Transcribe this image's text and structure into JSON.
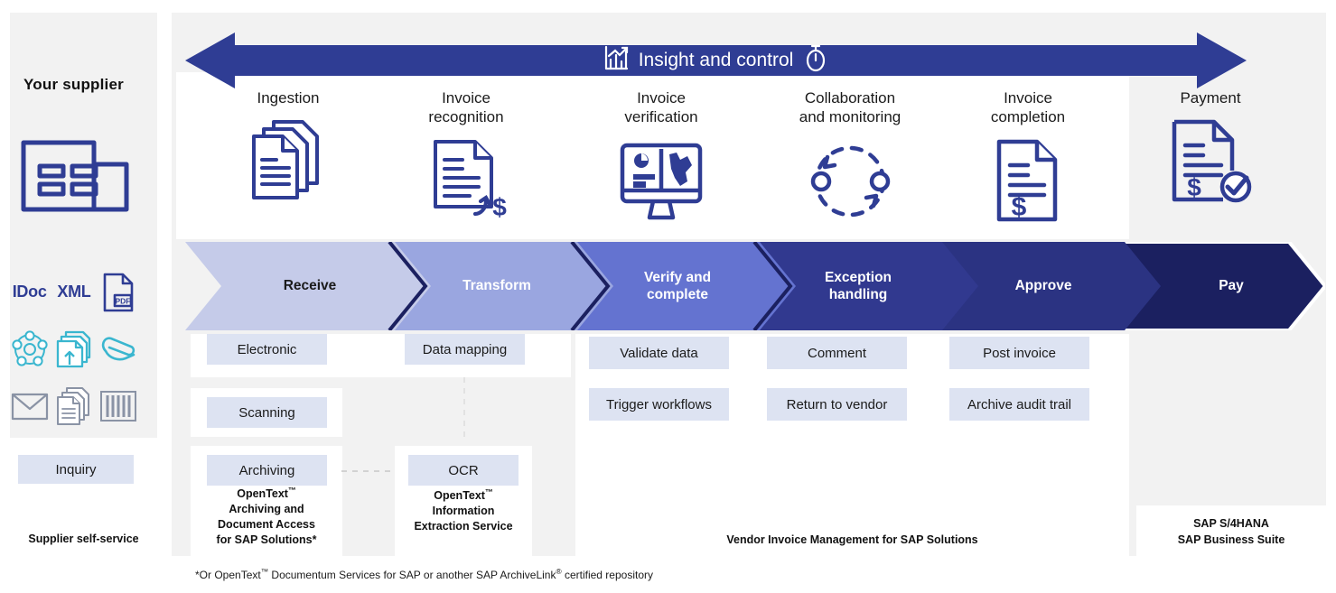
{
  "supplier": {
    "title": "Your supplier",
    "building_icon": "factory-building-icon",
    "channels": [
      {
        "type": "text",
        "label": "IDoc",
        "name": "idoc-label"
      },
      {
        "type": "text",
        "label": "XML",
        "name": "xml-label"
      },
      {
        "type": "icon",
        "label": "PDF",
        "name": "pdf-file-icon"
      },
      {
        "type": "icon",
        "label": "",
        "name": "network-hub-icon"
      },
      {
        "type": "icon",
        "label": "",
        "name": "document-upload-icon"
      },
      {
        "type": "icon",
        "label": "",
        "name": "paperclip-icon"
      },
      {
        "type": "icon",
        "label": "",
        "name": "envelope-mail-icon"
      },
      {
        "type": "icon",
        "label": "",
        "name": "paper-documents-icon"
      },
      {
        "type": "icon",
        "label": "",
        "name": "barcode-icon"
      }
    ],
    "inquiry_label": "Inquiry",
    "self_service_label": "Supplier self-service"
  },
  "insight_bar": {
    "label": "Insight and control",
    "left_icon": "bar-chart-icon",
    "right_icon": "stopwatch-icon",
    "color": "#2f3d94"
  },
  "steps": [
    {
      "title": "Ingestion",
      "icon": "stacked-documents-icon"
    },
    {
      "title": "Invoice\nrecognition",
      "icon": "document-dollar-arrow-icon"
    },
    {
      "title": "Invoice\nverification",
      "icon": "dashboard-monitor-icon"
    },
    {
      "title": "Collaboration\nand monitoring",
      "icon": "dashed-circle-cycle-icon"
    },
    {
      "title": "Invoice\ncompletion",
      "icon": "invoice-dollar-icon"
    },
    {
      "title": "Payment",
      "icon": "invoice-dollar-check-icon"
    }
  ],
  "chevrons": [
    {
      "label": "Receive",
      "fill": "#c5cbe9",
      "text_color": "#1b1b1b"
    },
    {
      "label": "Transform",
      "fill": "#9aa6e0",
      "text_color": "#ffffff"
    },
    {
      "label": "Verify and\ncomplete",
      "fill": "#6473d0",
      "text_color": "#ffffff"
    },
    {
      "label": "Exception\nhandling",
      "fill": "#31398f",
      "text_color": "#ffffff"
    },
    {
      "label": "Approve",
      "fill": "#2b3382",
      "text_color": "#ffffff"
    },
    {
      "label": "Pay",
      "fill": "#1b2060",
      "text_color": "#ffffff"
    }
  ],
  "capabilities": {
    "electronic": "Electronic",
    "data_mapping": "Data mapping",
    "validate_data": "Validate data",
    "comment": "Comment",
    "post_invoice": "Post invoice",
    "scanning": "Scanning",
    "trigger_workflows": "Trigger workflows",
    "return_to_vendor": "Return to vendor",
    "archive_audit_trail": "Archive audit trail",
    "archiving": "Archiving",
    "ocr": "OCR"
  },
  "product_notes": {
    "archiving_product": "OpenText™\nArchiving and\nDocument Access\nfor SAP Solutions*",
    "ocr_product": "OpenText™\nInformation\nExtraction Service",
    "vim_label": "Vendor Invoice Management for SAP Solutions",
    "sap_label": "SAP S/4HANA\nSAP Business Suite"
  },
  "footnote": "*Or OpenText™ Documentum Services for SAP or another SAP ArchiveLink® certified repository",
  "colors": {
    "brand_blue": "#2f3d94",
    "chip_blue": "#dde3f2",
    "panel_gray": "#f2f2f2",
    "teal": "#3ab6cf",
    "gray_icon": "#8a93a5"
  }
}
